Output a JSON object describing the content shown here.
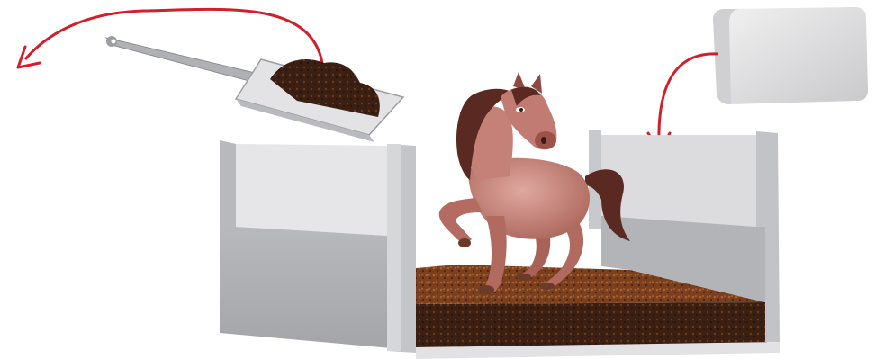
{
  "scene": {
    "description_tags": [
      "stall",
      "horse",
      "bedding",
      "shovel",
      "bedding-bale"
    ],
    "colors": {
      "arrow": "#d2202b",
      "wall_light": "#d8d8da",
      "wall_mid": "#bdbec1",
      "wall_dark": "#9fa0a3",
      "bedding_top": "#7a3f1e",
      "bedding_side": "#3b1f12",
      "horse_body": "#b8736a",
      "horse_mane": "#5a2a22",
      "bale": "#e6e6e7"
    },
    "icons": {
      "remove_arrow": "curved-arrow-left-icon",
      "add_arrow": "curved-arrow-down-icon"
    }
  }
}
